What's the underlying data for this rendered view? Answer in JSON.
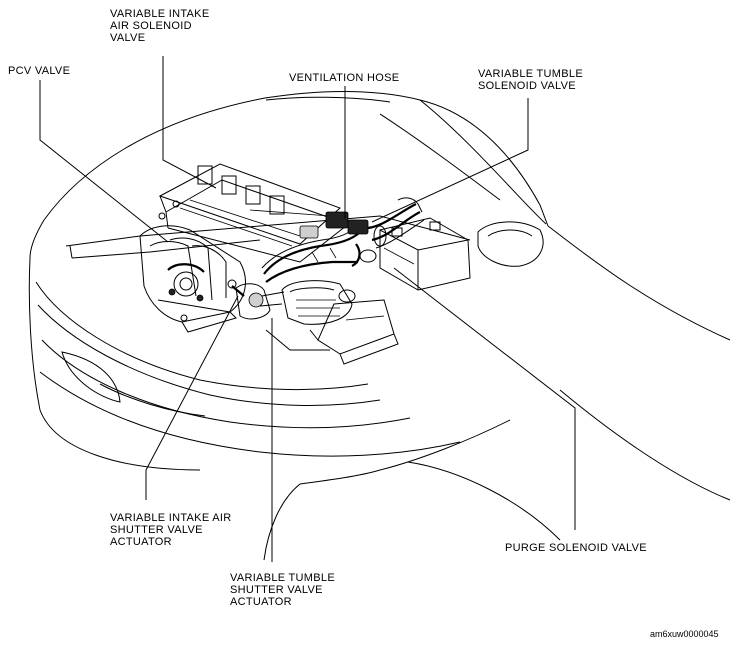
{
  "labels": {
    "variable_intake_air_solenoid_valve": "VARIABLE INTAKE\nAIR SOLENOID\nVALVE",
    "pcv_valve": "PCV VALVE",
    "ventilation_hose": "VENTILATION HOSE",
    "variable_tumble_solenoid_valve": "VARIABLE TUMBLE\nSOLENOID VALVE",
    "variable_intake_air_shutter_valve_actuator": "VARIABLE INTAKE AIR\nSHUTTER VALVE\nACTUATOR",
    "variable_tumble_shutter_valve_actuator": "VARIABLE TUMBLE\nSHUTTER VALVE\nACTUATOR",
    "purge_solenoid_valve": "PURGE SOLENOID  VALVE"
  },
  "figure_code": "am6xuw0000045"
}
